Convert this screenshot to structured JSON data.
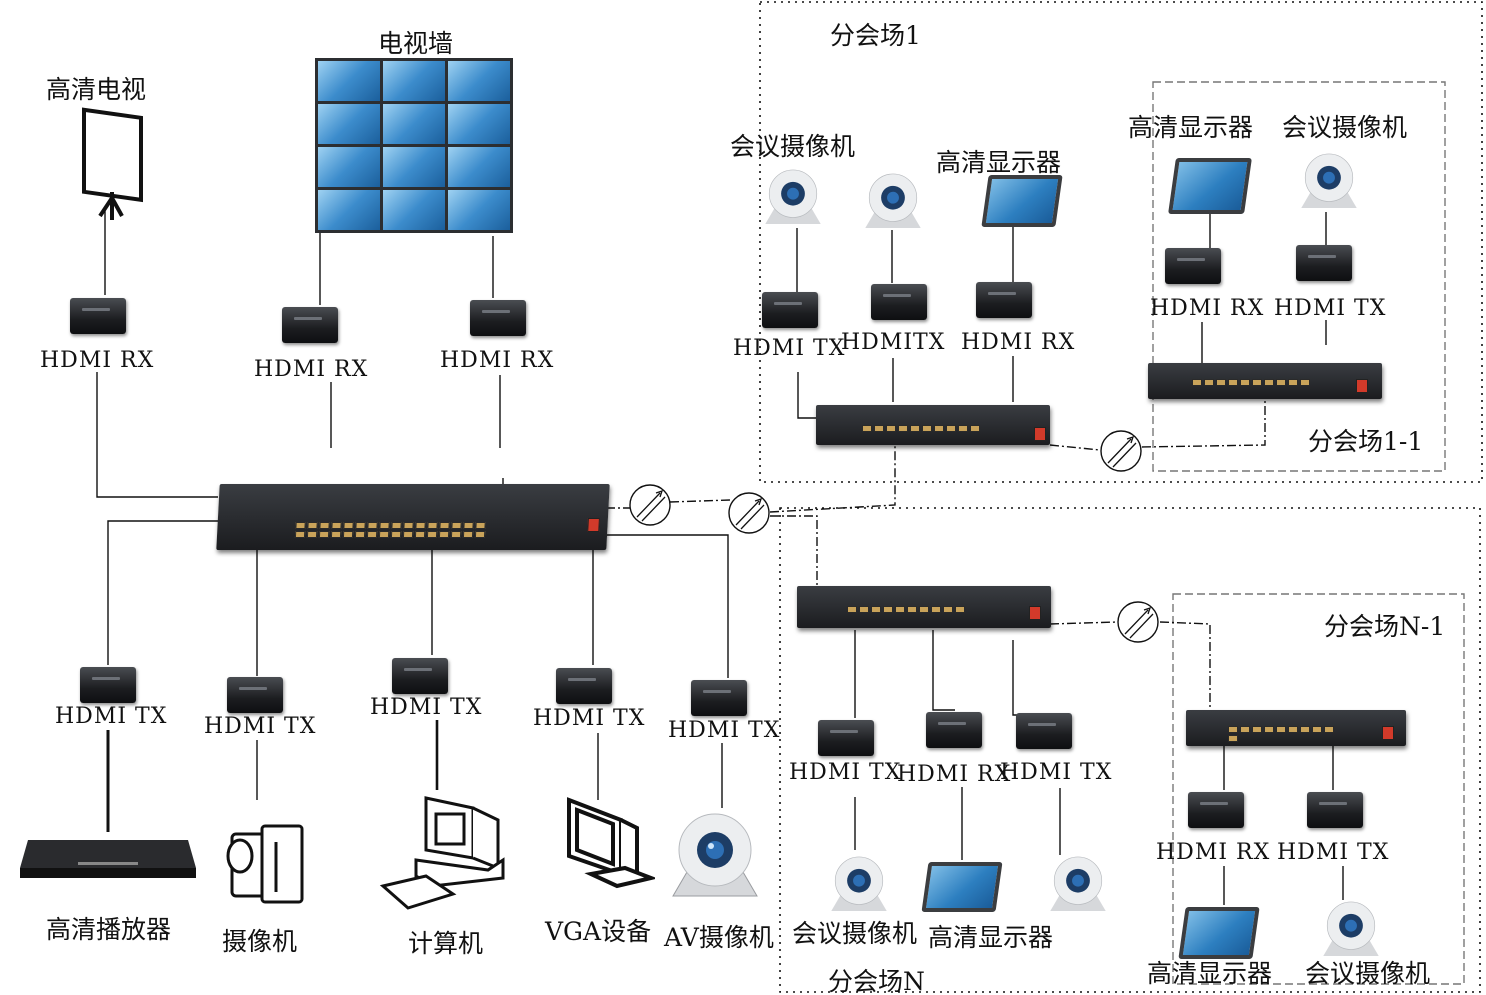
{
  "title": "",
  "colors": {
    "line": "#111111",
    "switch": "#2a2d31",
    "port": "#c9a35a",
    "screen": "#3c8ccc"
  },
  "main": {
    "tv_label": "高清电视",
    "tv_wall_label": "电视墙",
    "rx1": "HDMI  RX",
    "rx2": "HDMI  RX",
    "rx3": "HDMI  RX",
    "tx1": "HDMI  TX",
    "tx2": "HDMI  TX",
    "tx3": "HDMI  TX",
    "tx4": "HDMI  TX",
    "tx5": "HDMI  TX",
    "dev_player": "高清播放器",
    "dev_camcorder": "摄像机",
    "dev_pc": "计算机",
    "dev_vga": "VGA设备",
    "dev_av_cam": "AV摄像机"
  },
  "site1": {
    "title": "分会场1",
    "cam_label": "会议摄像机",
    "display_label": "高清显示器",
    "tx_a": "HDMI  TX",
    "tx_b": "HDMITX",
    "rx": "HDMI  RX"
  },
  "site1_1": {
    "title": "分会场1-1",
    "display_label": "高清显示器",
    "cam_label": "会议摄像机",
    "rx": "HDMI  RX",
    "tx": "HDMI  TX"
  },
  "siteN": {
    "title": "分会场N",
    "tx_a": "HDMI  TX",
    "rx": "HDMI  RX",
    "tx_b": "HDMI  TX",
    "cam_label": "会议摄像机",
    "display_label": "高清显示器"
  },
  "siteN_1": {
    "title": "分会场N-1",
    "rx": "HDMI  RX",
    "tx": "HDMI  TX",
    "display_label": "高清显示器",
    "cam_label": "会议摄像机"
  },
  "icons": [
    "hdmi-extender-icon",
    "network-switch-icon",
    "conference-camera-icon",
    "monitor-icon",
    "optical-transceiver-icon",
    "projector-screen-icon",
    "video-wall-icon",
    "media-player-icon",
    "camcorder-icon",
    "computer-icon",
    "crt-monitor-icon"
  ]
}
